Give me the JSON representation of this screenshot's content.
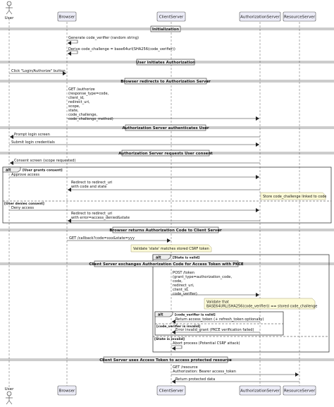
{
  "participants": {
    "user": "User",
    "browser": "Browser",
    "client": "ClientServer",
    "auth": "AuthorizationServer",
    "resource": "ResourceServer"
  },
  "sections": {
    "s1": "Initialization",
    "s2": "User initiates Authorization",
    "s3": "Browser redirects to Authorization Server",
    "s4": "Authorization Server authenticates User",
    "s5": "Authorization Server requests User consent",
    "s6": "Browser returns Authorization Code to Client Server",
    "s7": "Client Server exchanges Authorization Code for Access Token with PKCE",
    "s8": "Client Server uses Access Token to access protected resource"
  },
  "messages": {
    "m1": "Generate code_verifier (random string)",
    "m2": "Derive code_challenge = base64url(SHA256(code_verifier))",
    "m3": "Click \"Login/Authorize\" button",
    "m4": [
      "GET /authorize",
      "(response_type=code,",
      "client_id,",
      "redirect_uri,",
      "scope,",
      "state,",
      "code_challenge,",
      "code_challenge_method)"
    ],
    "m5": "Prompt login screen",
    "m6": "Submit login credentials",
    "m7": "Consent screen (scope requested)",
    "m8": "Approve access",
    "m9": [
      "Redirect to redirect_uri",
      "with code and state"
    ],
    "m10": "Deny access",
    "m11": [
      "Redirect to redirect_uri",
      "with error=access_denied&state"
    ],
    "m12": "GET /callback?code=xxx&state=yyy",
    "m13": [
      "POST /token",
      "(grant_type=authorization_code,",
      "code,",
      "redirect_uri,",
      "client_id,",
      "code_verifier)"
    ],
    "m14": "Return access_token (+ refresh_token optionally)",
    "m15": "Error invalid_grant (PKCE verification failed)",
    "m16": "Abort process (Potential CSRF attack)",
    "m17": [
      "GET /resource",
      "Authorization: Bearer access_token"
    ],
    "m18": "Return protected data"
  },
  "notes": {
    "n1": "Store code_challenge linked to code",
    "n2": "Validate 'state' matches stored CSRF token",
    "n3": [
      "Validate that",
      "BASE64URL(SHA256(code_verifier)) == stored code_challenge"
    ]
  },
  "fragments": {
    "f1": {
      "keyword": "alt",
      "guard": "[User grants consent]",
      "else_guard": "[User denies consent]"
    },
    "f2": {
      "keyword": "alt",
      "guard": "[State is valid]",
      "else_guard": "[State is invalid]"
    },
    "f3": {
      "keyword": "alt",
      "guard": "[code_verifier is valid]",
      "else_guard": "[code_verifier is invalid]"
    }
  }
}
